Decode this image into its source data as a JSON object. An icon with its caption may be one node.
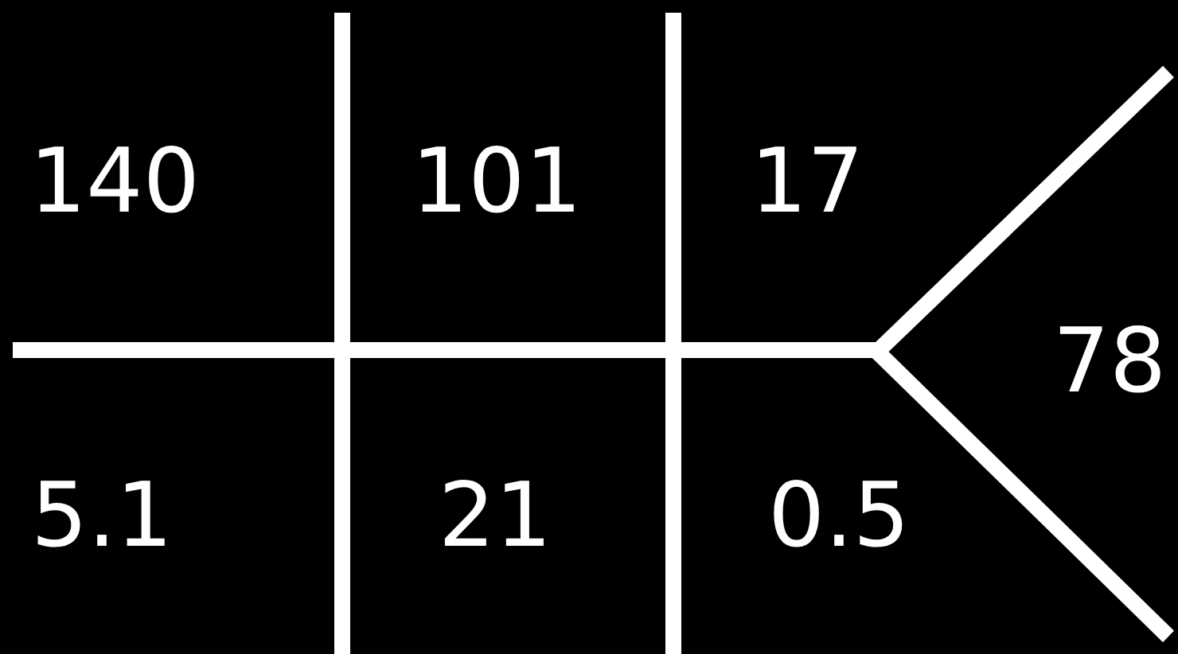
{
  "diagram": {
    "labels": [
      "140",
      "101",
      "17",
      "78",
      "5.1",
      "21",
      "0.5"
    ]
  }
}
